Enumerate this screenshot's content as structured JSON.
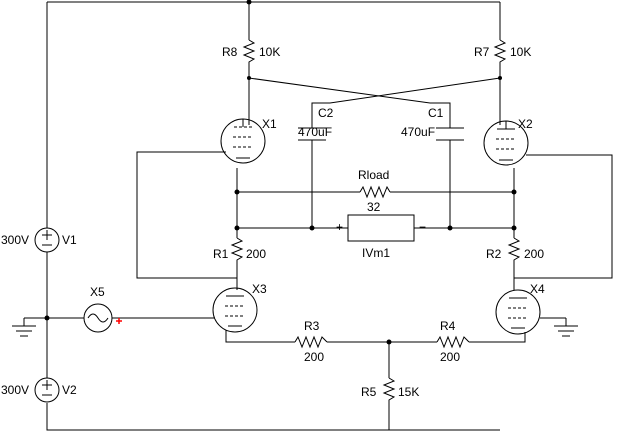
{
  "components": {
    "r8": {
      "ref": "R8",
      "value": "10K"
    },
    "r7": {
      "ref": "R7",
      "value": "10K"
    },
    "c2": {
      "ref": "C2",
      "value": "470uF"
    },
    "c1": {
      "ref": "C1",
      "value": "470uF"
    },
    "x1": {
      "ref": "X1"
    },
    "x2": {
      "ref": "X2"
    },
    "x3": {
      "ref": "X3"
    },
    "x4": {
      "ref": "X4"
    },
    "x5": {
      "ref": "X5"
    },
    "rload": {
      "ref": "Rload",
      "value": "32"
    },
    "ivm1": {
      "ref": "IVm1",
      "plus": "+",
      "minus": "−"
    },
    "r1": {
      "ref": "R1",
      "value": "200"
    },
    "r2": {
      "ref": "R2",
      "value": "200"
    },
    "r3": {
      "ref": "R3",
      "value": "200"
    },
    "r4": {
      "ref": "R4",
      "value": "200"
    },
    "r5": {
      "ref": "R5",
      "value": "15K"
    },
    "v1": {
      "ref": "V1",
      "value": "300V"
    },
    "v2": {
      "ref": "V2",
      "value": "300V"
    }
  },
  "colors": {
    "wire": "#000000",
    "source_marker": "#ff0000"
  }
}
